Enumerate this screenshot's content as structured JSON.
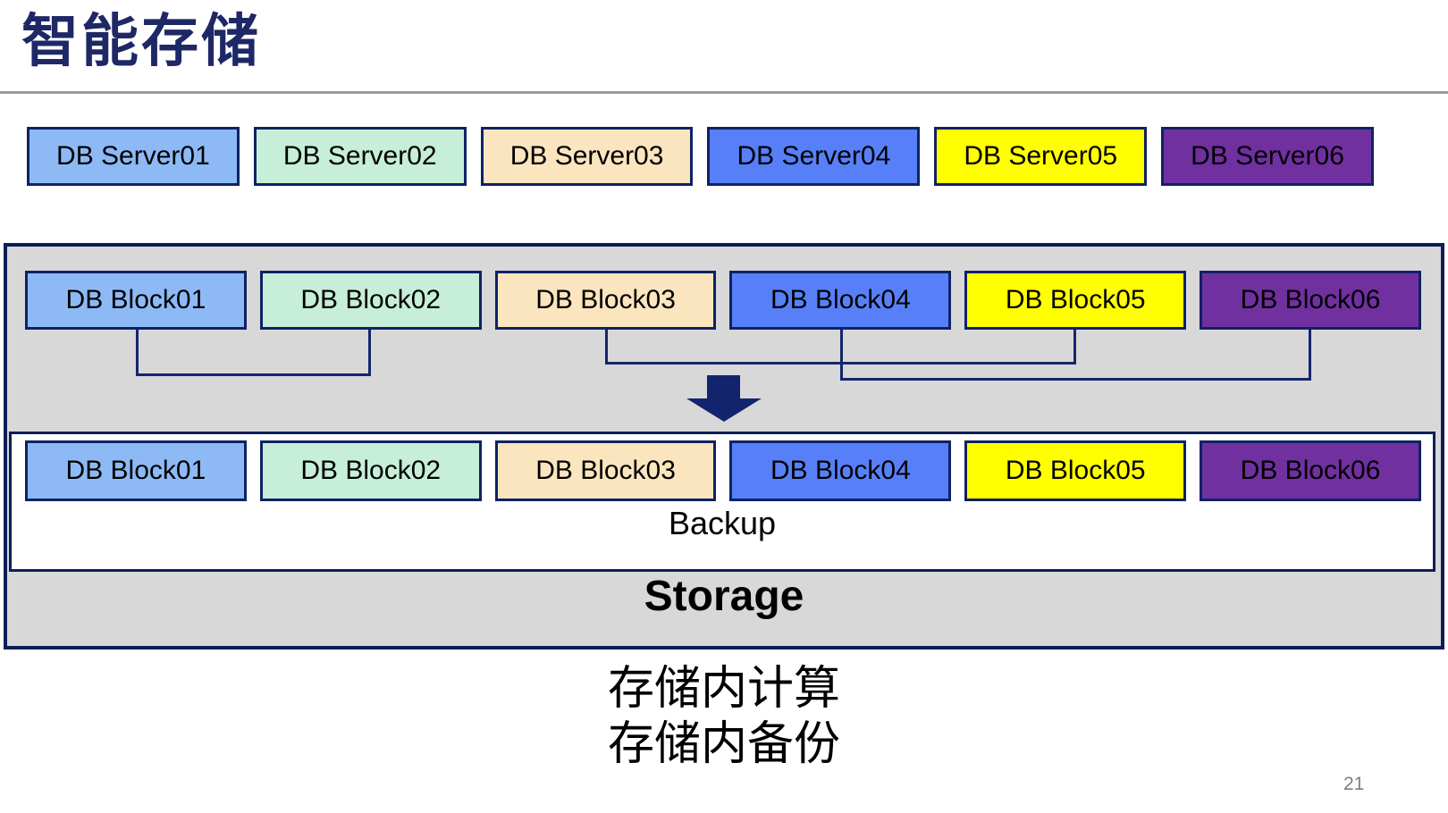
{
  "slide": {
    "title": "智能存储",
    "page_number": "21",
    "captions": [
      "存储内计算",
      "存储内备份"
    ]
  },
  "servers": [
    "DB Server01",
    "DB Server02",
    "DB Server03",
    "DB Server04",
    "DB Server05",
    "DB Server06"
  ],
  "storage_panel": {
    "blocks_top": [
      "DB Block01",
      "DB Block02",
      "DB Block03",
      "DB Block04",
      "DB Block05",
      "DB Block06"
    ],
    "connections": [
      [
        "DB Block01",
        "DB Block02"
      ],
      [
        "DB Block03",
        "DB Block05"
      ],
      [
        "DB Block04",
        "DB Block06"
      ]
    ],
    "backup_label": "Backup",
    "blocks_backup": [
      "DB Block01",
      "DB Block02",
      "DB Block03",
      "DB Block04",
      "DB Block05",
      "DB Block06"
    ],
    "storage_label": "Storage"
  },
  "colors": {
    "title_text": "#1F2866",
    "title_rule": "#9C9C9C",
    "box_border": "#0F2264",
    "panel_fill": "#D8D8D8",
    "panel_border": "#0B1E58",
    "connector_line": "#14266B",
    "arrow": "#13246E",
    "block_fills": [
      "#8DBAF5",
      "#C6EED8",
      "#FAE5BE",
      "#5780F8",
      "#FFFF00",
      "#7030A0"
    ],
    "block6_text": "#FFFFFF",
    "page_number_text": "#7F7F7F"
  }
}
